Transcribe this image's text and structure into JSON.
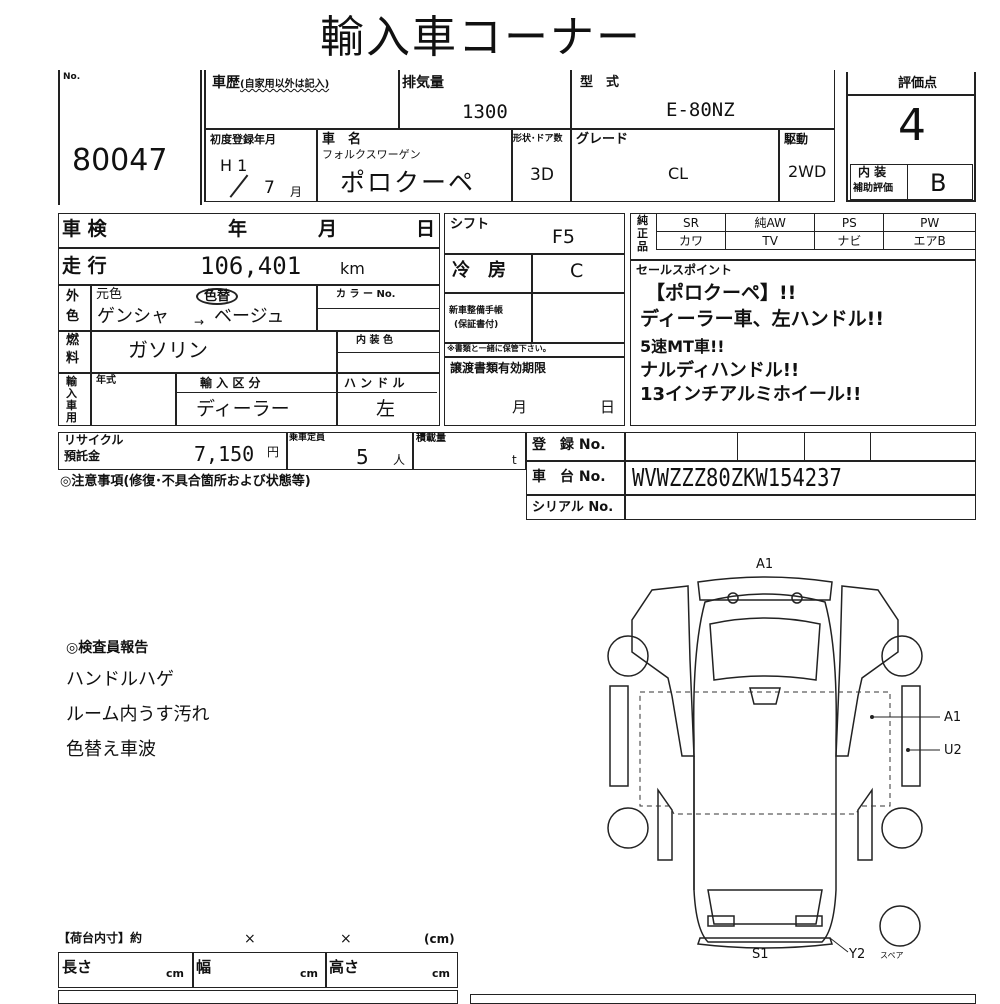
{
  "title": "輸入車コーナー",
  "lot": {
    "no_label": "No.",
    "number": "80047"
  },
  "history": {
    "label": "車歴",
    "note": "(自家用以外は記入)"
  },
  "displacement": {
    "label": "排気量",
    "value": "1300"
  },
  "model": {
    "label": "型　式",
    "value": "E-80NZ"
  },
  "score": {
    "label": "評価点",
    "value": "4"
  },
  "interior": {
    "label_1": "内 装",
    "label_2": "補助評価",
    "value": "B"
  },
  "first_reg": {
    "label": "初度登録年月",
    "era": "H 1",
    "month": "7",
    "month_unit": "月"
  },
  "car_name": {
    "label": "車　名",
    "maker": "フォルクスワーゲン",
    "name": "ポロクーペ"
  },
  "body_door": {
    "label": "形状･ドア数",
    "value": "3D"
  },
  "grade": {
    "label": "グレード",
    "value": "CL"
  },
  "drive": {
    "label": "駆動",
    "value": "2WD"
  },
  "inspection": {
    "label": "車 検",
    "year": "年",
    "month": "月",
    "day": "日"
  },
  "shift": {
    "label": "シフト",
    "value": "F5"
  },
  "mileage": {
    "label": "走 行",
    "value": "106,401",
    "unit": "km"
  },
  "aircon": {
    "label": "冷　房",
    "value": "C"
  },
  "color": {
    "label_1": "外",
    "label_2": "色",
    "original_label": "元色",
    "changed_label": "色替",
    "original": "ゲンシャ",
    "arrow": "→",
    "new": "ベージュ",
    "code_label": "カ ラ ー No.",
    "interior_label": "内 装 色"
  },
  "maintenance": {
    "label_1": "新車整備手帳",
    "label_2": "(保証書付)",
    "note": "※書類と一緒に保管下さい。"
  },
  "fuel": {
    "label_1": "燃",
    "label_2": "料",
    "value": "ガソリン"
  },
  "transfer_doc": {
    "label": "譲渡書類有効期限",
    "month": "月",
    "day": "日"
  },
  "import": {
    "label": "輸入車用",
    "year_label": "年式",
    "type_label": "輸 入 区 分",
    "type_value": "ディーラー",
    "handle_label": "ハ ン ド ル",
    "handle_value": "左"
  },
  "equipment": {
    "label": "純正品",
    "row1": [
      "SR",
      "純AW",
      "PS",
      "PW"
    ],
    "row2": [
      "カワ",
      "TV",
      "ナビ",
      "エアB"
    ]
  },
  "sales_points": {
    "label": "セールスポイント",
    "lines": [
      "【ポロクーペ】!!",
      "ディーラー車、左ハンドル!!",
      "5速MT車!!",
      "ナルディハンドル!!",
      "13インチアルミホイール!!"
    ]
  },
  "recycle": {
    "label_1": "リサイクル",
    "label_2": "預託金",
    "value": "7,150",
    "unit": "円"
  },
  "capacity": {
    "label": "乗車定員",
    "value": "5",
    "unit": "人"
  },
  "load": {
    "label": "積載量",
    "unit": "t"
  },
  "caution": {
    "label": "◎注意事項(修復･不具合箇所および状態等)"
  },
  "registration": {
    "label": "登　録 No.",
    "value": ""
  },
  "chassis": {
    "label": "車　台 No.",
    "value": "WVWZZZ80ZKW154237"
  },
  "serial": {
    "label": "シリアル No.",
    "value": ""
  },
  "inspector_report": {
    "label": "◎検査員報告",
    "lines": [
      "ハンドルハゲ",
      "ルーム内うす汚れ",
      "色替え車波"
    ]
  },
  "diagram": {
    "front_mark": "A1",
    "roof_mark": "A1",
    "side_mark": "U2",
    "rear_mark": "S1",
    "spare_mark": "Y2",
    "spare_label": "スペア"
  },
  "cargo": {
    "label": "【荷台内寸】約",
    "x1": "×",
    "x2": "×",
    "unit_label": "(cm)",
    "length_label": "長さ",
    "width_label": "幅",
    "height_label": "高さ",
    "cm": "cm"
  }
}
